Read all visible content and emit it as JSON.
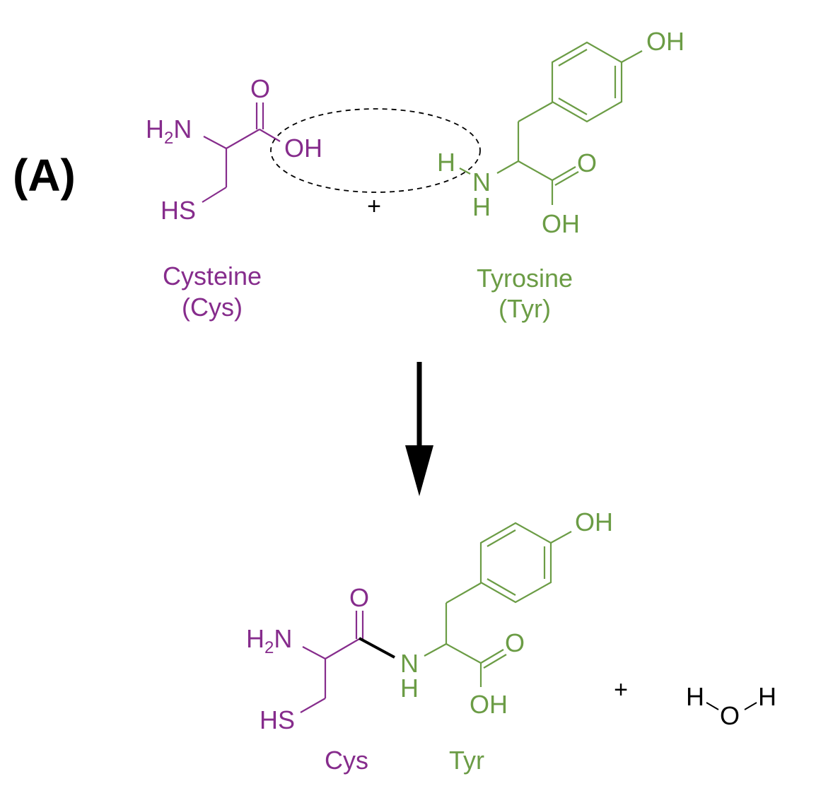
{
  "panel_label": "(A)",
  "colors": {
    "cysteine": "#862c8c",
    "tyrosine": "#6b9c45",
    "neutral": "#000000"
  },
  "reactants": {
    "cysteine": {
      "amine": {
        "h": "H",
        "sub": "2",
        "n": "N"
      },
      "carbonyl_o": "O",
      "hydroxyl": "OH",
      "thiol": "HS",
      "name_line1": "Cysteine",
      "name_line2": "(Cys)"
    },
    "tyrosine": {
      "amine_h_top": "H",
      "amine_n": "N",
      "amine_h_bottom": "H",
      "carbonyl_o": "O",
      "acid_oh": "OH",
      "phenol_oh": "OH",
      "name_line1": "Tyrosine",
      "name_line2": "(Tyr)"
    },
    "plus": "+"
  },
  "product": {
    "amine": {
      "h": "H",
      "sub": "2",
      "n": "N"
    },
    "carbonyl_o": "O",
    "thiol": "HS",
    "amide_n": "N",
    "amide_h": "H",
    "tyr_carbonyl_o": "O",
    "tyr_acid_oh": "OH",
    "phenol_oh": "OH",
    "cys_label": "Cys",
    "tyr_label": "Tyr",
    "plus": "+",
    "water": {
      "h_left": "H",
      "o": "O",
      "h_right": "H"
    }
  }
}
